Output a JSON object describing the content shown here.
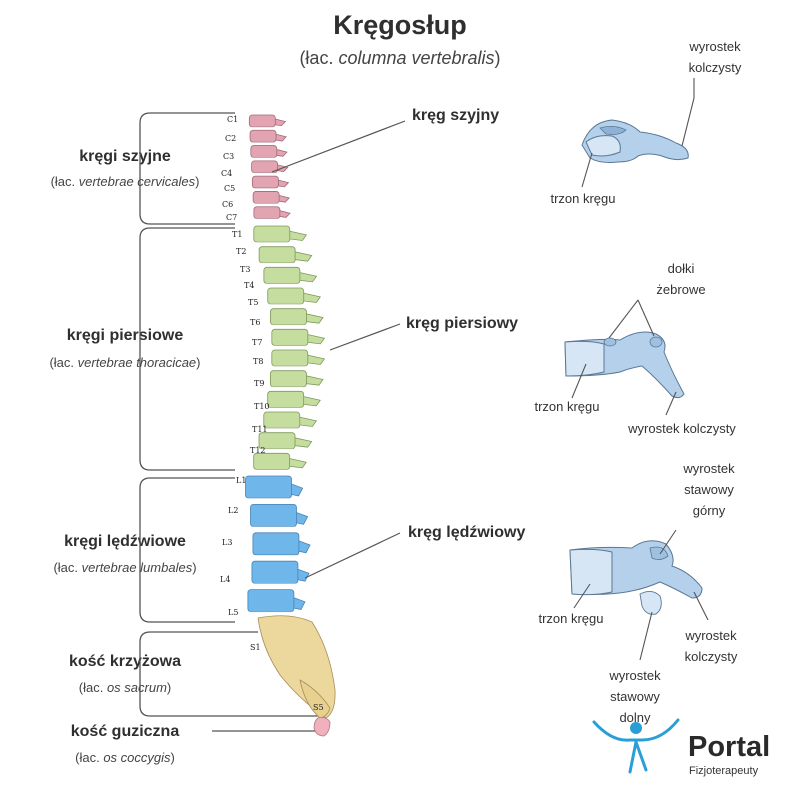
{
  "title": "Kręgosłup",
  "subtitle": {
    "prefix": "(łac.",
    "latin": "columna vertebralis",
    "suffix": ")"
  },
  "regions": [
    {
      "name": "kręgi szyjne",
      "latin_prefix": "(łac.",
      "latin": "vertebrae cervicales",
      "latin_suffix": ")"
    },
    {
      "name": "kręgi piersiowe",
      "latin_prefix": "(łac.",
      "latin": "vertebrae thoracicae",
      "latin_suffix": ")"
    },
    {
      "name": "kręgi lędźwiowe",
      "latin_prefix": "(łac.",
      "latin": "vertebrae lumbales",
      "latin_suffix": ")"
    },
    {
      "name": "kość krzyżowa",
      "latin_prefix": "(łac.",
      "latin": "os sacrum",
      "latin_suffix": ")"
    },
    {
      "name": "kość guziczna",
      "latin_prefix": "(łac.",
      "latin": "os coccygis",
      "latin_suffix": ")"
    }
  ],
  "vertebra_labels": {
    "cervical": [
      "C1",
      "C2",
      "C3",
      "C4",
      "C5",
      "C6",
      "C7"
    ],
    "thoracic": [
      "T1",
      "T2",
      "T3",
      "T4",
      "T5",
      "T6",
      "T7",
      "T8",
      "T9",
      "T10",
      "T11",
      "T12"
    ],
    "lumbar": [
      "L1",
      "L2",
      "L3",
      "L4",
      "L5"
    ],
    "sacral": [
      "S1",
      "S5"
    ]
  },
  "callouts": {
    "cervical": "kręg szyjny",
    "thoracic": "kręg piersiowy",
    "lumbar": "kręg lędźwiowy"
  },
  "cervical_detail": {
    "process": [
      "wyrostek",
      "kolczysty"
    ],
    "body": "trzon kręgu"
  },
  "thoracic_detail": {
    "facets": [
      "dołki",
      "żebrowe"
    ],
    "body": "trzon kręgu",
    "process": "wyrostek kolczysty"
  },
  "lumbar_detail": {
    "superior": [
      "wyrostek",
      "stawowy",
      "górny"
    ],
    "body": "trzon kręgu",
    "spinous": [
      "wyrostek",
      "kolczysty"
    ],
    "inferior": [
      "wyrostek",
      "stawowy",
      "dolny"
    ]
  },
  "logo": {
    "name": "Portal",
    "sub": "Fizjoterapeuty"
  },
  "colors": {
    "cervical": "#e3a4b2",
    "thoracic": "#c6dda0",
    "lumbar": "#6fb6ea",
    "sacrum": "#ecd79c",
    "coccyx": "#f2b0bd",
    "bone_detail": "#b4d0ea",
    "logo_accent": "#2a9fd6"
  }
}
